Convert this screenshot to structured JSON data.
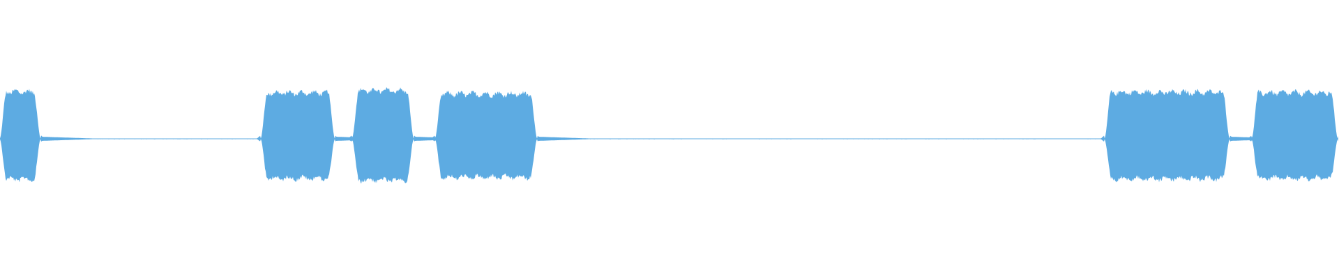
{
  "waveform": {
    "wave_color": "#5dabe2",
    "background_color": "#ffffff",
    "bursts": [
      {
        "start": 0.0,
        "end": 0.03,
        "amplitude": 0.84
      },
      {
        "start": 0.195,
        "end": 0.25,
        "amplitude": 0.82
      },
      {
        "start": 0.263,
        "end": 0.309,
        "amplitude": 0.86
      },
      {
        "start": 0.325,
        "end": 0.401,
        "amplitude": 0.8
      },
      {
        "start": 0.825,
        "end": 0.918,
        "amplitude": 0.83
      },
      {
        "start": 0.935,
        "end": 0.999,
        "amplitude": 0.82
      }
    ]
  }
}
